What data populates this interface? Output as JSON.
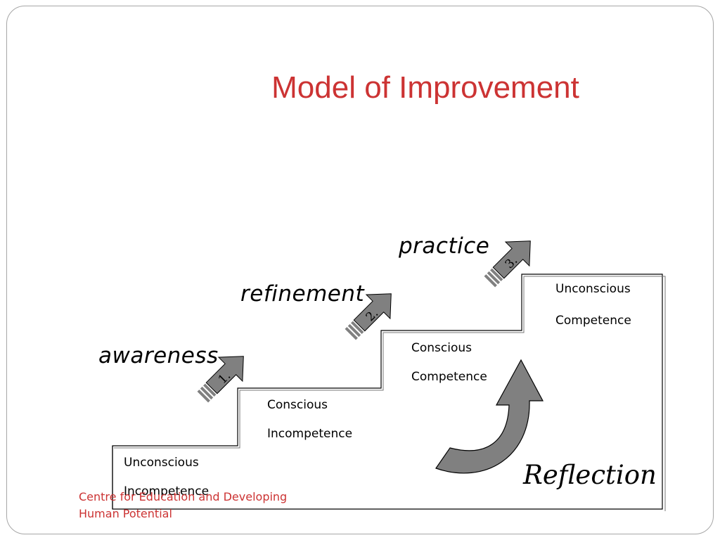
{
  "slide": {
    "title": "Model of Improvement",
    "footer_line1": "Centre for Education and Developing",
    "footer_line2": "Human Potential"
  },
  "stages": [
    {
      "number": "1.",
      "word": "awareness"
    },
    {
      "number": "2.",
      "word": "refinement"
    },
    {
      "number": "3.",
      "word": "practice"
    }
  ],
  "steps": [
    {
      "line1": "Unconscious",
      "line2": "Incompetence"
    },
    {
      "line1": "Conscious",
      "line2": "Incompetence"
    },
    {
      "line1": "Conscious",
      "line2": "Competence"
    },
    {
      "line1": "Unconscious",
      "line2": "Competence"
    }
  ],
  "reflection_label": "Reflection",
  "colors": {
    "title": "#cc3333",
    "footer": "#cc3333",
    "arrow_fill": "#808080",
    "frame": "#a6a6a6"
  }
}
